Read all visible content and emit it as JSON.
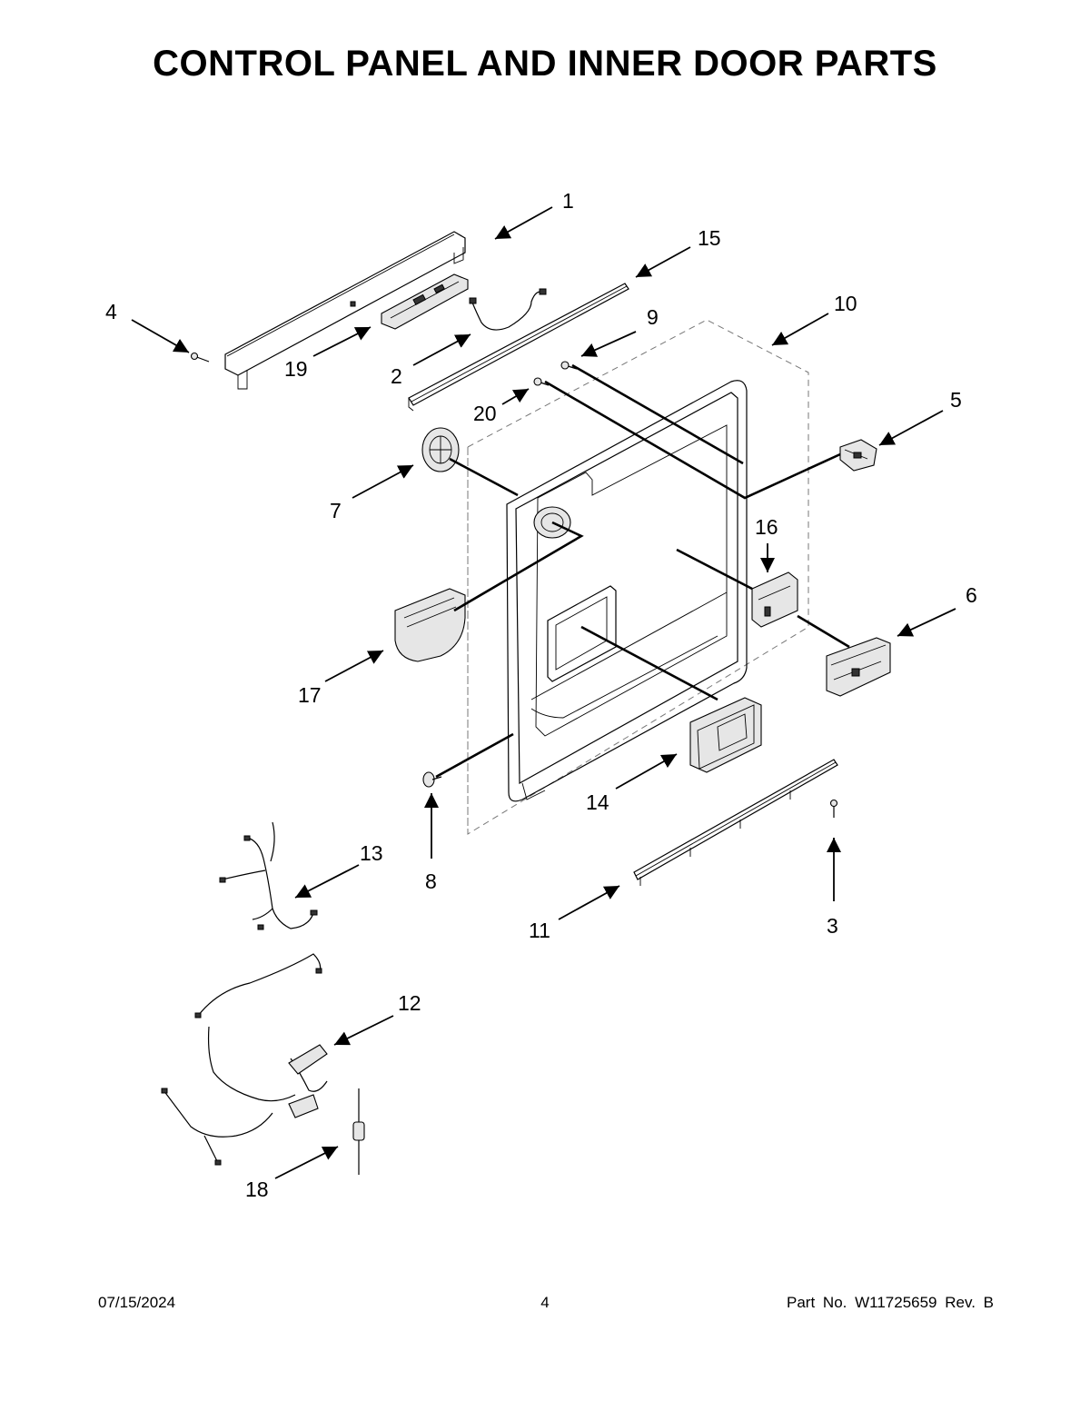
{
  "title": "CONTROL PANEL AND INNER DOOR PARTS",
  "callouts": [
    "1",
    "15",
    "4",
    "19",
    "2",
    "9",
    "10",
    "20",
    "5",
    "7",
    "16",
    "6",
    "17",
    "14",
    "8",
    "13",
    "11",
    "3",
    "12",
    "18"
  ],
  "parts": [
    {
      "label": "1",
      "icon": "control-panel-icon"
    },
    {
      "label": "2",
      "icon": "wire-harness-icon"
    },
    {
      "label": "3",
      "icon": "screw-icon"
    },
    {
      "label": "4",
      "icon": "screw-icon"
    },
    {
      "label": "5",
      "icon": "switch-icon"
    },
    {
      "label": "6",
      "icon": "latch-icon"
    },
    {
      "label": "7",
      "icon": "vent-icon"
    },
    {
      "label": "8",
      "icon": "screw-icon"
    },
    {
      "label": "9",
      "icon": "screw-icon"
    },
    {
      "label": "10",
      "icon": "inner-door-icon"
    },
    {
      "label": "11",
      "icon": "trim-strip-icon"
    },
    {
      "label": "12",
      "icon": "wire-harness-icon"
    },
    {
      "label": "13",
      "icon": "wire-harness-icon"
    },
    {
      "label": "14",
      "icon": "dispenser-icon"
    },
    {
      "label": "15",
      "icon": "trim-strip-icon"
    },
    {
      "label": "16",
      "icon": "bracket-icon"
    },
    {
      "label": "17",
      "icon": "vent-housing-icon"
    },
    {
      "label": "18",
      "icon": "fuse-icon"
    },
    {
      "label": "19",
      "icon": "control-board-icon"
    },
    {
      "label": "20",
      "icon": "screw-icon"
    }
  ],
  "footer": {
    "date": "07/15/2024",
    "page": "4",
    "part_no": "Part No.  W11725659  Rev.  B"
  }
}
